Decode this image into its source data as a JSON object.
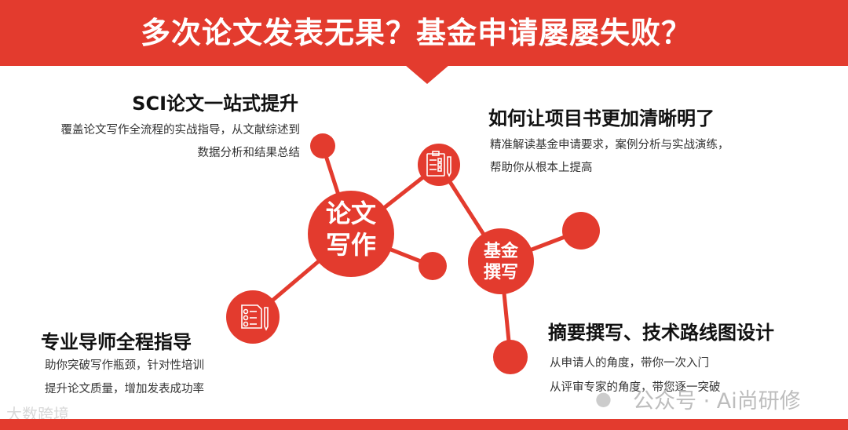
{
  "banner": {
    "title": "多次论文发表无果？基金申请屡屡失败？"
  },
  "nodes": {
    "paper": "论文\n写作",
    "paper_lines": [
      "论文",
      "写作"
    ],
    "fund_lines": [
      "基金",
      "撰写"
    ]
  },
  "sections": [
    {
      "title": "SCI论文一站式提升",
      "lines": [
        "覆盖论文写作全流程的实战指导，从文献综述到",
        "数据分析和结果总结"
      ]
    },
    {
      "title": "如何让项目书更加清晰明了",
      "lines": [
        "精准解读基金申请要求，案例分析与实战演练，",
        "帮助你从根本上提高"
      ]
    },
    {
      "title": "专业导师全程指导",
      "lines": [
        "助你突破写作瓶颈，针对性培训",
        "提升论文质量，增加发表成功率"
      ]
    },
    {
      "title": "摘要撰写、技术路线图设计",
      "lines": [
        "从申请人的角度，带你一次入门",
        "从评审专家的角度，带您逐一突破"
      ]
    }
  ],
  "watermarks": {
    "left": "大数跨境",
    "right": "公众号 · Ai尚研修"
  },
  "icons": [
    "clipboard-checklist-icon",
    "checklist-pencil-icon",
    "wechat-icon"
  ],
  "colors": {
    "accent": "#e33b2e",
    "text": "#222222"
  }
}
